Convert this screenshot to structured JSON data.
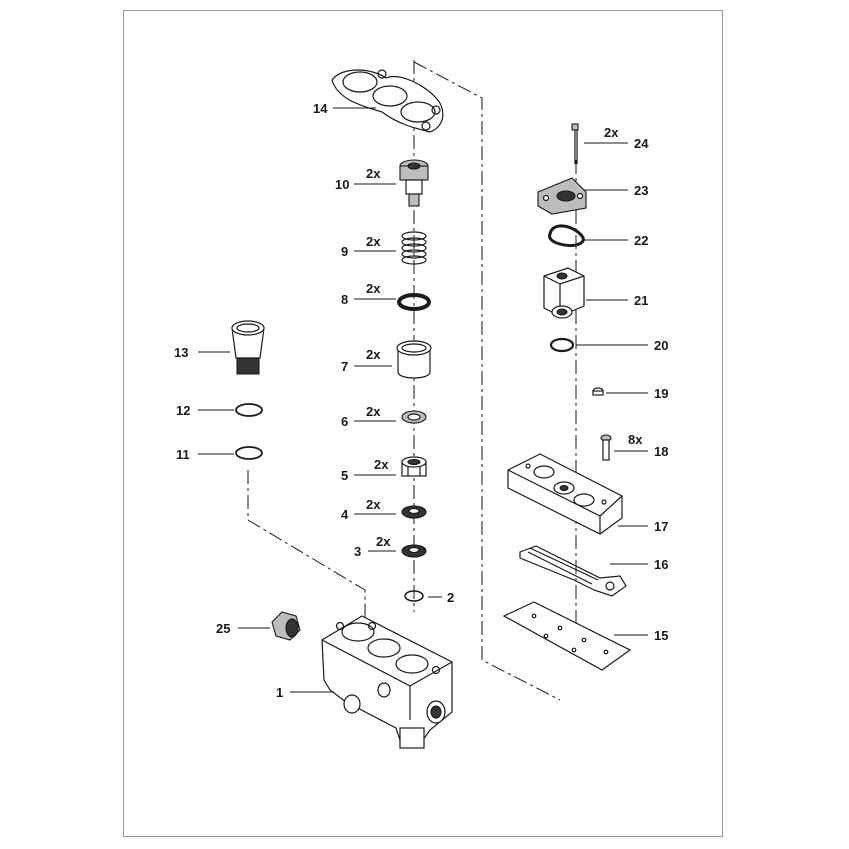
{
  "callouts": [
    {
      "num": "1"
    },
    {
      "num": "2"
    },
    {
      "num": "3",
      "qty": "2x"
    },
    {
      "num": "4",
      "qty": "2x"
    },
    {
      "num": "5",
      "qty": "2x"
    },
    {
      "num": "6",
      "qty": "2x"
    },
    {
      "num": "7",
      "qty": "2x"
    },
    {
      "num": "8",
      "qty": "2x"
    },
    {
      "num": "9",
      "qty": "2x"
    },
    {
      "num": "10",
      "qty": "2x"
    },
    {
      "num": "11"
    },
    {
      "num": "12"
    },
    {
      "num": "13"
    },
    {
      "num": "14"
    },
    {
      "num": "15"
    },
    {
      "num": "16"
    },
    {
      "num": "17"
    },
    {
      "num": "18",
      "qty": "8x"
    },
    {
      "num": "19"
    },
    {
      "num": "20"
    },
    {
      "num": "21"
    },
    {
      "num": "22"
    },
    {
      "num": "23"
    },
    {
      "num": "24",
      "qty": "2x"
    },
    {
      "num": "25"
    }
  ]
}
